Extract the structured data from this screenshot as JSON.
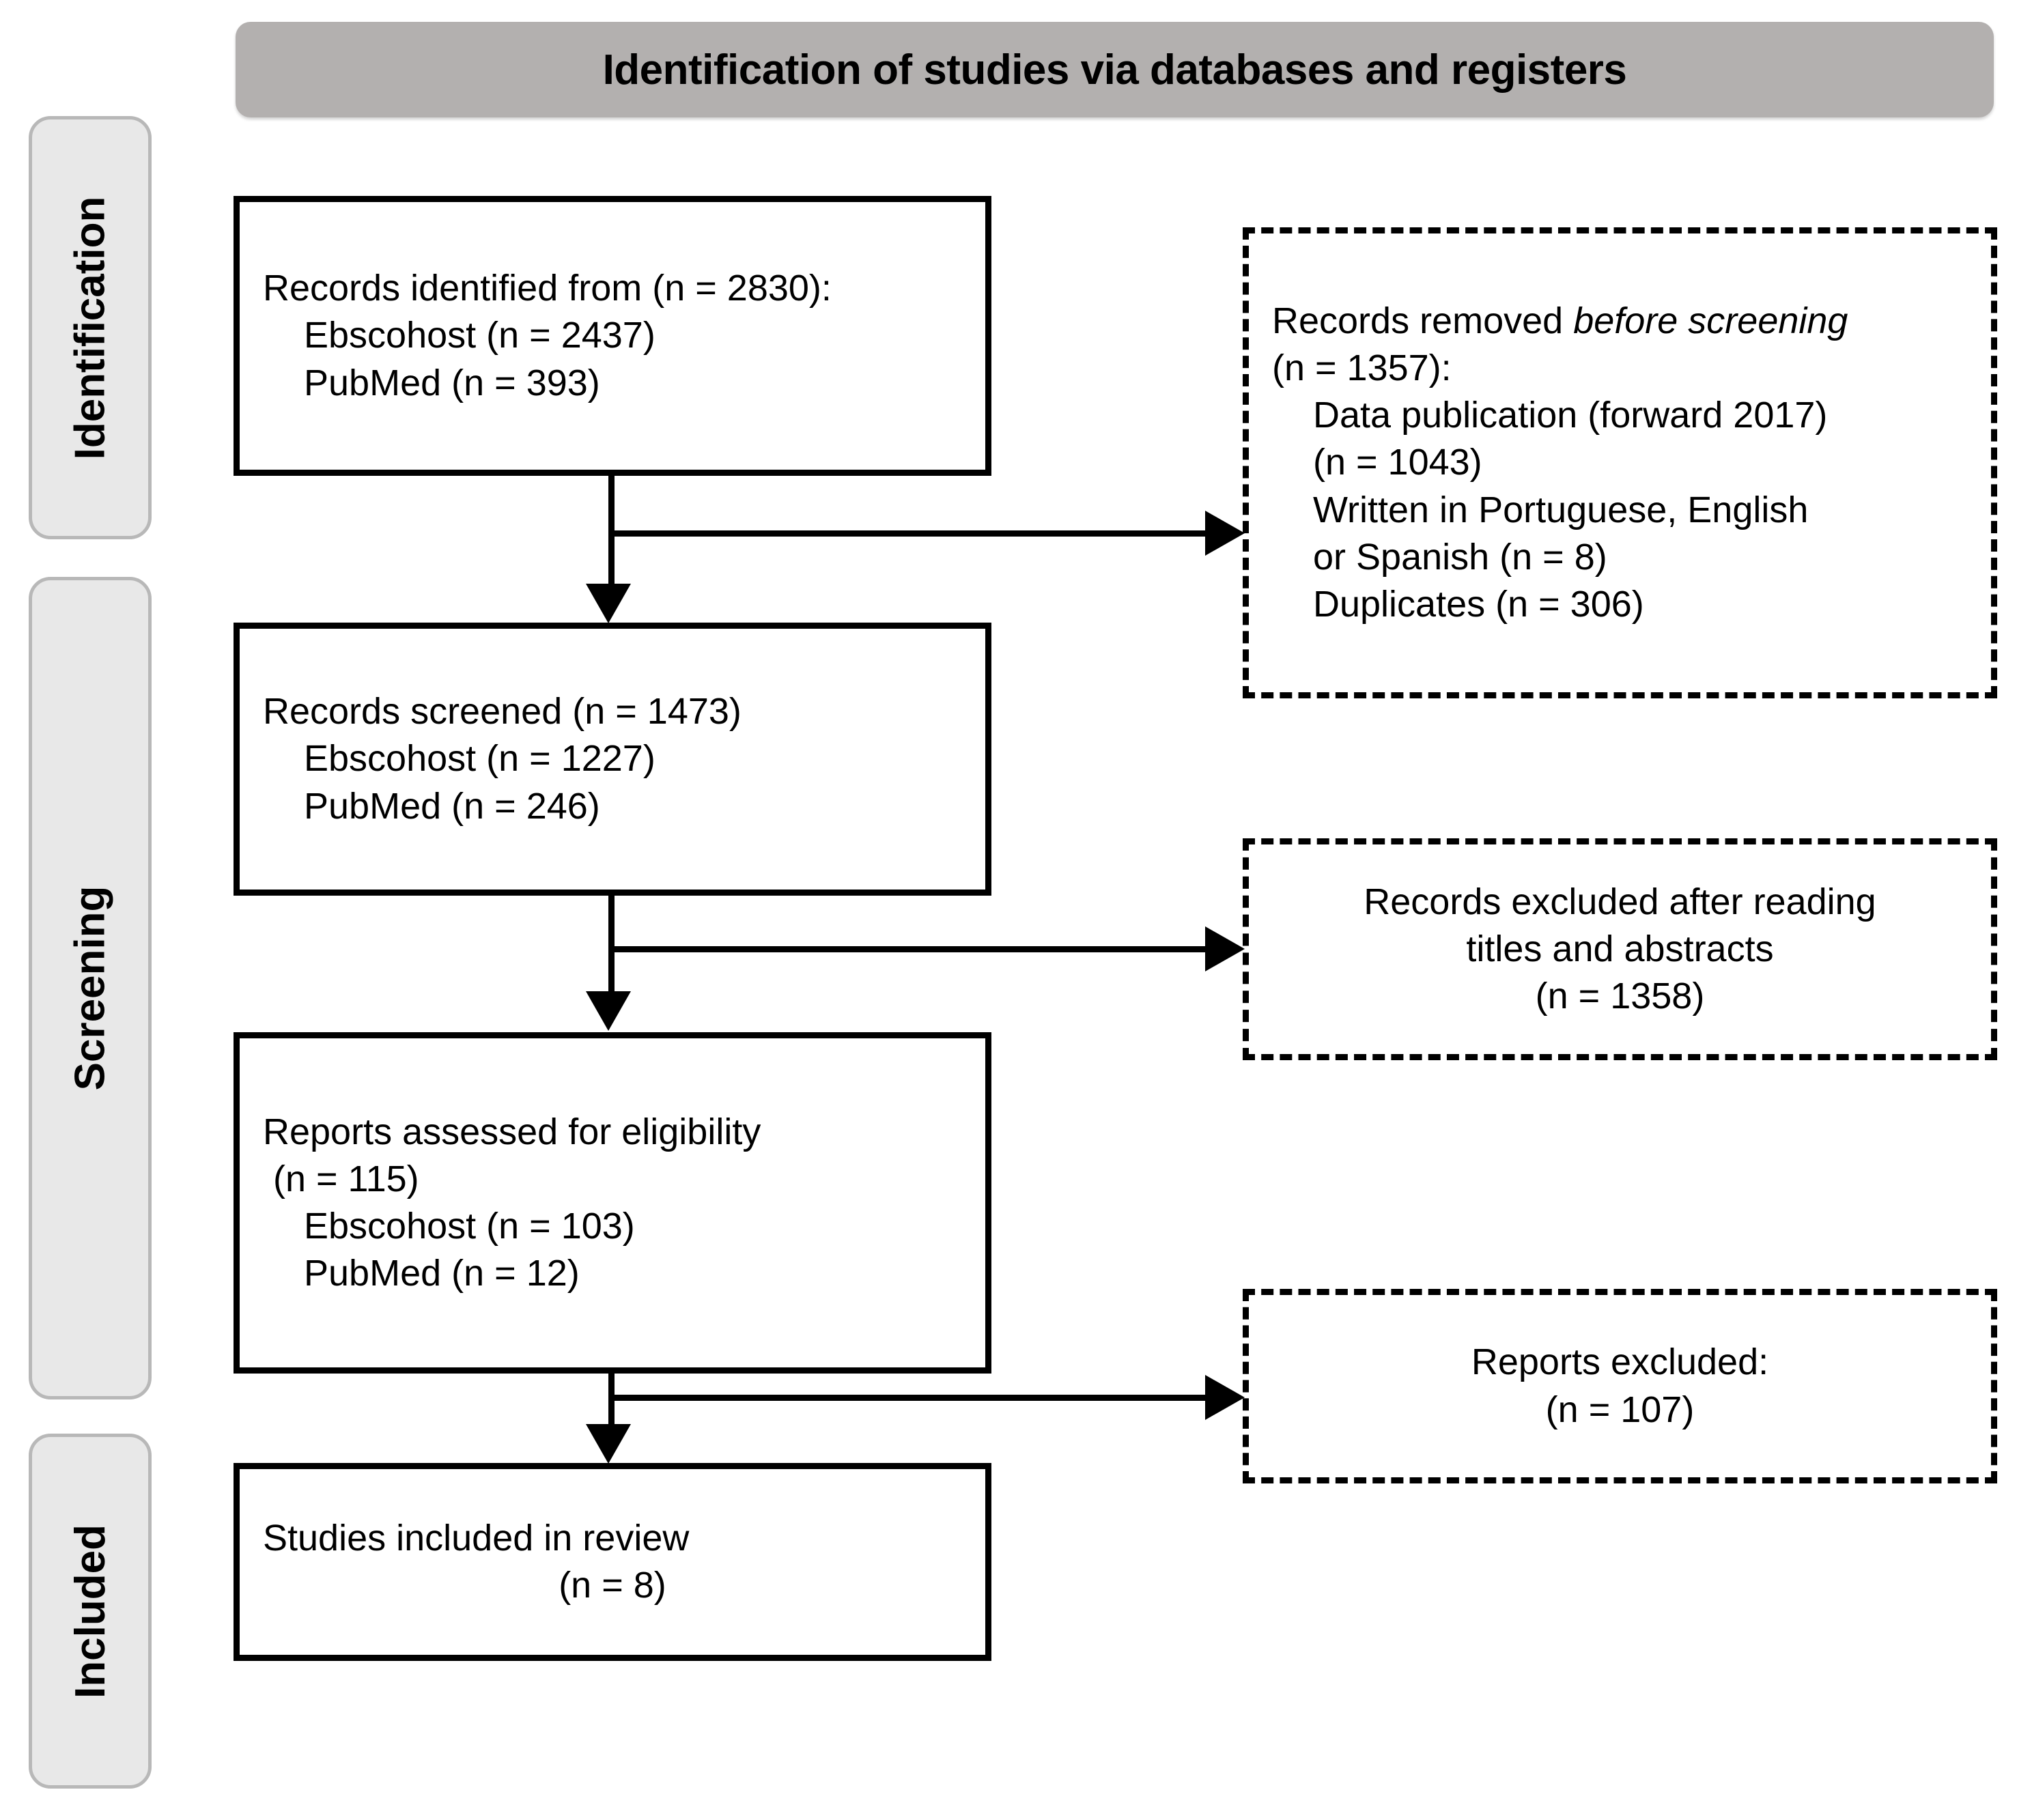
{
  "header": {
    "title": "Identification of studies via databases and registers",
    "background_color": "#b3b0af"
  },
  "stages": [
    {
      "key": "identification",
      "label": "Identification"
    },
    {
      "key": "screening",
      "label": "Screening"
    },
    {
      "key": "included",
      "label": "Included"
    }
  ],
  "flow": {
    "identified": {
      "line1": "Records identified from (n = 2830):",
      "line2": "Ebscohost (n = 2437)",
      "line3": "PubMed (n = 393)"
    },
    "removed": {
      "line1_prefix": "Records removed ",
      "line1_italic": "before screening",
      "line2": "(n = 1357):",
      "line3": "Data publication (forward 2017)",
      "line4": "(n = 1043)",
      "line5": "Written in Portuguese, English",
      "line6": "or Spanish (n = 8)",
      "line7": "Duplicates (n = 306)"
    },
    "screened": {
      "line1": "Records screened (n = 1473)",
      "line2": "Ebscohost (n = 1227)",
      "line3": "PubMed (n = 246)"
    },
    "excluded_titles_abstracts": {
      "line1": "Records excluded after reading",
      "line2": "titles and abstracts",
      "line3": "(n = 1358)"
    },
    "eligibility": {
      "line1": "Reports assessed for eligibility",
      "line2": " (n = 115)",
      "line3": "Ebscohost (n = 103)",
      "line4": "PubMed (n = 12)"
    },
    "reports_excluded": {
      "line1": "Reports excluded:",
      "line2": "(n = 107)"
    },
    "included": {
      "line1": "Studies included in review",
      "line2": "(n = 8)"
    }
  },
  "chart_data": {
    "type": "diagram",
    "title": "Identification of studies via databases and registers",
    "nodes": [
      {
        "id": "identified",
        "stage": "Identification",
        "style": "solid",
        "total": 2830,
        "sources": {
          "Ebscohost": 2437,
          "PubMed": 393
        }
      },
      {
        "id": "removed",
        "stage": "Identification",
        "style": "dashed",
        "total": 1357,
        "reasons": {
          "Data publication (forward 2017)": 1043,
          "Written in Portuguese, English or Spanish": 8,
          "Duplicates": 306
        }
      },
      {
        "id": "screened",
        "stage": "Screening",
        "style": "solid",
        "total": 1473,
        "sources": {
          "Ebscohost": 1227,
          "PubMed": 246
        }
      },
      {
        "id": "excluded_titles_abstracts",
        "stage": "Screening",
        "style": "dashed",
        "total": 1358
      },
      {
        "id": "eligibility",
        "stage": "Screening",
        "style": "solid",
        "total": 115,
        "sources": {
          "Ebscohost": 103,
          "PubMed": 12
        }
      },
      {
        "id": "reports_excluded",
        "stage": "Screening",
        "style": "dashed",
        "total": 107
      },
      {
        "id": "included",
        "stage": "Included",
        "style": "solid",
        "total": 8
      }
    ],
    "edges": [
      {
        "from": "identified",
        "to": "screened"
      },
      {
        "from": "identified",
        "to": "removed"
      },
      {
        "from": "screened",
        "to": "eligibility"
      },
      {
        "from": "screened",
        "to": "excluded_titles_abstracts"
      },
      {
        "from": "eligibility",
        "to": "included"
      },
      {
        "from": "eligibility",
        "to": "reports_excluded"
      }
    ]
  }
}
